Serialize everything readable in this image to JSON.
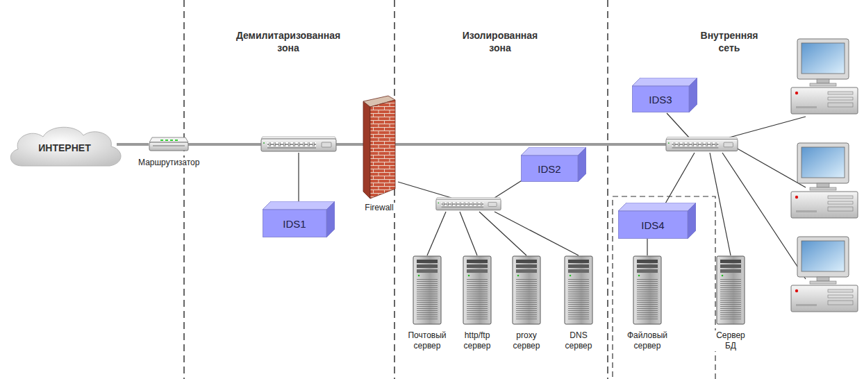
{
  "diagram": {
    "nodes": [
      {
        "text": [
          "ИНТЕРНЕТ"
        ]
      },
      {
        "text": [
          "Маршрутизатор"
        ]
      },
      {
        "text": [
          "IDS1"
        ]
      },
      {
        "text": [
          "Firewall"
        ]
      },
      {
        "text": [
          "IDS2"
        ]
      },
      {
        "text": [
          "Почтовый сервер"
        ]
      },
      {
        "text": [
          "http/ftp сервер"
        ]
      },
      {
        "text": [
          "proxy сервер"
        ]
      },
      {
        "text": [
          "DNS сервер"
        ]
      },
      {
        "text": [
          "IDS3"
        ]
      },
      {
        "text": [
          "IDS4"
        ]
      },
      {
        "text": [
          "Файловый сервер"
        ]
      },
      {
        "text": [
          "Сервер БД"
        ]
      }
    ],
    "edges": [
      {
        "from": 0,
        "to": 1,
        "arrow": "none"
      },
      {
        "from": 10,
        "to": 11,
        "arrow": "none"
      }
    ],
    "labels": [
      "Демилитаризованная зона",
      "Изолированная зона",
      "Внутренняя сеть"
    ]
  }
}
